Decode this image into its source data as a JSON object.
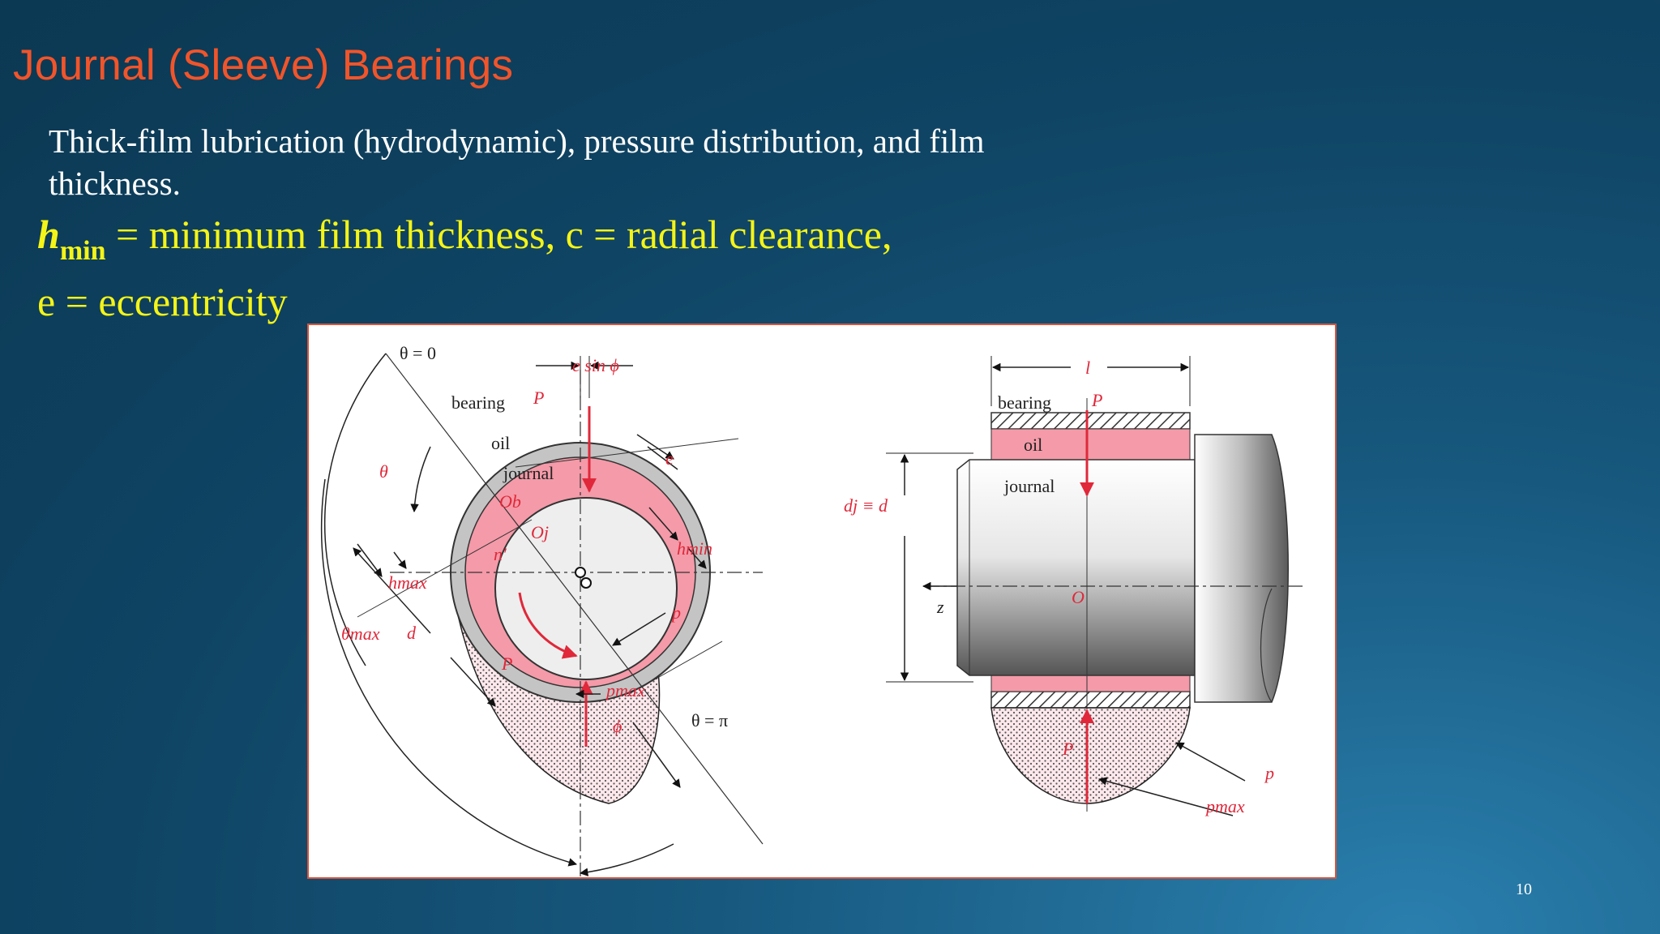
{
  "slide": {
    "title": "Journal (Sleeve) Bearings",
    "subtitle": "Thick-film lubrication (hydrodynamic), pressure distribution, and film thickness.",
    "definition": {
      "symbol": "h",
      "subscript": "min",
      "line1_rest": " = minimum film thickness, c = radial clearance,",
      "line2": "e = eccentricity"
    },
    "page_number": "10"
  },
  "figure": {
    "left_view": {
      "theta_zero": "θ = 0",
      "e_sin_phi": "e sin ϕ",
      "bearing": "bearing",
      "load": "P",
      "oil": "oil",
      "journal": "journal",
      "theta": "θ",
      "ob": "Ob",
      "oj": "Oj",
      "e": "e",
      "n_prime": "n′",
      "h_max": "hmax",
      "h_min": "hmin",
      "theta_max": "θmax",
      "d": "d",
      "p": "p",
      "p_max": "pmax",
      "phi": "ϕ",
      "theta_pi": "θ = π",
      "load_bottom": "P"
    },
    "right_view": {
      "l": "l",
      "bearing": "bearing",
      "load": "P",
      "oil": "oil",
      "journal": "journal",
      "dj_eq_d": "dj ≡ d",
      "z": "z",
      "o": "O",
      "p": "p",
      "p_max": "pmax",
      "load_bottom": "P"
    }
  },
  "colors": {
    "title": "#f2542a",
    "definition": "#f4f417",
    "oil_pink": "#f49aa8",
    "arrow_red": "#e0283a"
  }
}
